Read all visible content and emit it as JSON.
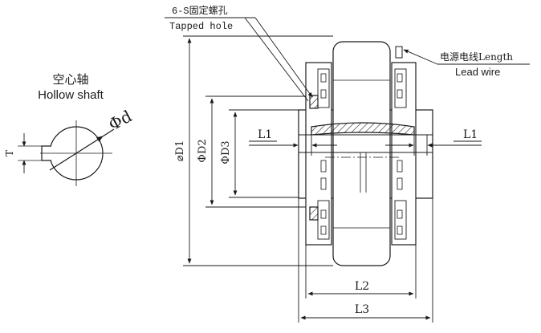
{
  "labels": {
    "hollow_shaft_cn": "空心轴",
    "hollow_shaft_en": "Hollow shaft",
    "phi_d": "Φd",
    "t": "T",
    "tapped_hole_cn": "6-S固定螺孔",
    "tapped_hole_en": "Tapped hole",
    "lead_wire_cn": "电源电线Length",
    "lead_wire_en": "Lead wire",
    "d1": "⌀D1",
    "d2": "ΦD2",
    "d3": "ΦD3",
    "l1_left": "L1",
    "l1_right": "L1",
    "l2": "L2",
    "l3": "L3"
  },
  "colors": {
    "line": "#1a1a1a",
    "background": "#ffffff"
  }
}
